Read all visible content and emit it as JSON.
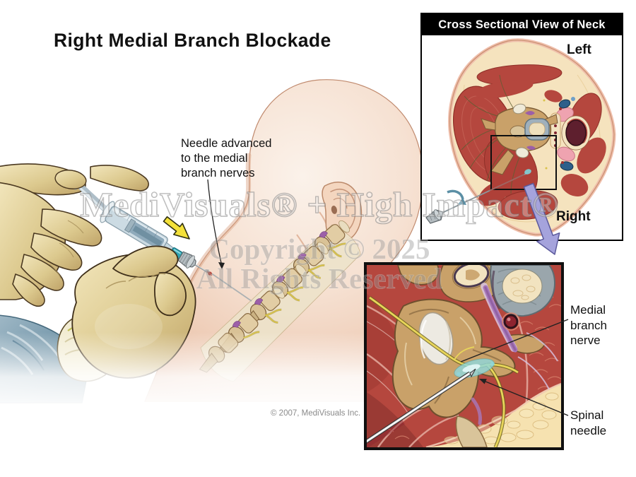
{
  "main": {
    "title": "Right Medial Branch Blockade",
    "needle_annotation": "Needle advanced\nto the medial\nbranch nerves",
    "credit": "© 2007, MediVisuals Inc."
  },
  "inset_top": {
    "header": "Cross Sectional View of Neck",
    "orientation_labels": {
      "left": "Left",
      "right": "Right"
    }
  },
  "inset_bottom": {
    "labels": {
      "medial_branch_nerve": "Medial\nbranch\nnerve",
      "spinal_needle": "Spinal\nneedle"
    }
  },
  "watermark": {
    "brand": "MediVisuals® + High Impact®",
    "copyright": "Copyright © 2025",
    "rights": "All Rights Reserved"
  },
  "colors": {
    "arrow_yellow": "#F4E13A",
    "arrow_purple": "#A5A3DC",
    "inset_header_bg": "#000000",
    "muscle_red": "#B5473E",
    "bone_tan": "#C9A169",
    "nerve_yellow": "#E8D55A",
    "anesthetic_teal": "#7FD4DC",
    "glove_cream": "#E8D9A8",
    "sleeve_blue": "#7E9CAE",
    "skin": "#F2D5C2"
  }
}
